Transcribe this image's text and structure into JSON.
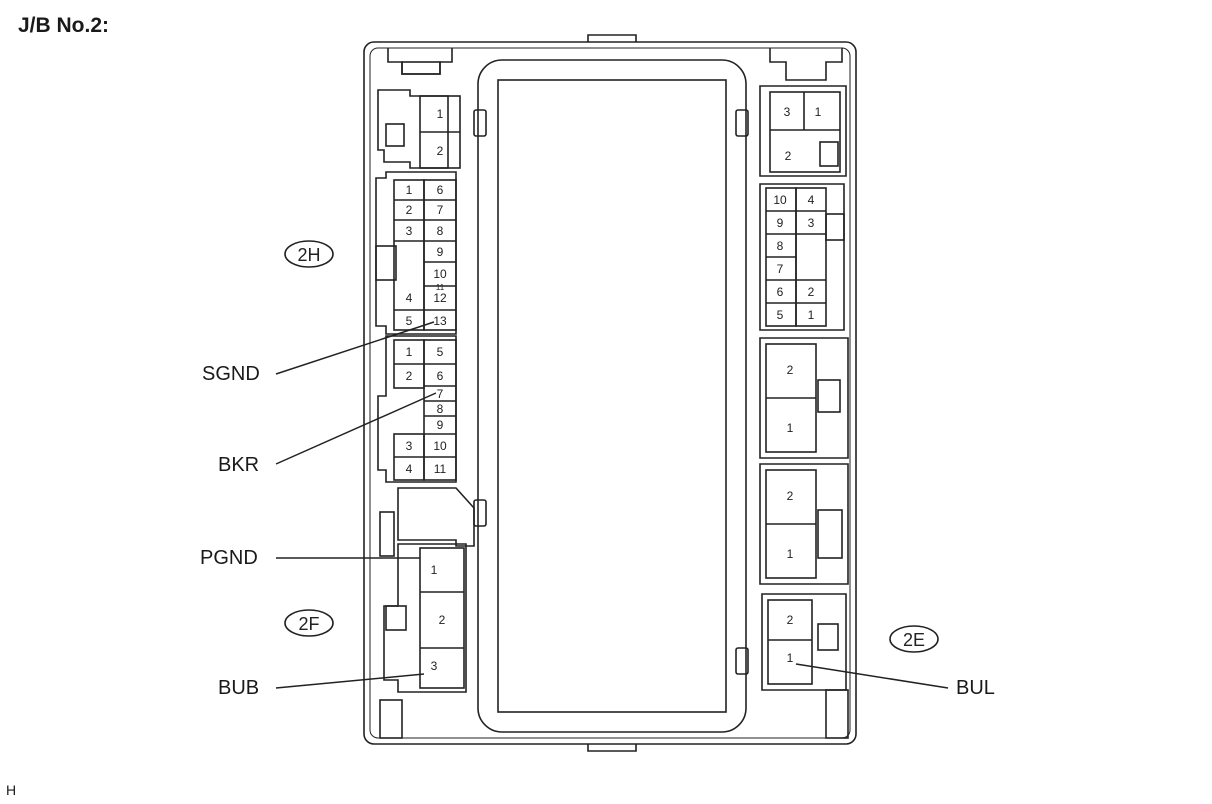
{
  "title": "J/B No.2:",
  "footnote": "H",
  "connector_codes": {
    "c2h": "2H",
    "c2f": "2F",
    "c2e": "2E"
  },
  "terminals": {
    "sgnd": "SGND",
    "bkr": "BKR",
    "pgnd": "PGND",
    "bub": "BUB",
    "bul": "BUL"
  },
  "pins": {
    "tl": [
      "1",
      "2"
    ],
    "h_left": [
      "1",
      "2",
      "3",
      "4",
      "5"
    ],
    "h_right": [
      "6",
      "7",
      "8",
      "9",
      "10",
      "11",
      "12",
      "13"
    ],
    "mid_left": [
      "1",
      "2",
      "3",
      "4"
    ],
    "mid_right": [
      "5",
      "6",
      "7",
      "8",
      "9",
      "10",
      "11"
    ],
    "f": [
      "1",
      "2",
      "3"
    ],
    "tr": [
      "1",
      "2",
      "3"
    ],
    "r10_left": [
      "10",
      "9",
      "8",
      "7",
      "6",
      "5"
    ],
    "r10_right": [
      "4",
      "3",
      "2",
      "1"
    ],
    "r2a": [
      "2",
      "1"
    ],
    "r2b": [
      "2",
      "1"
    ],
    "e": [
      "2",
      "1"
    ]
  }
}
